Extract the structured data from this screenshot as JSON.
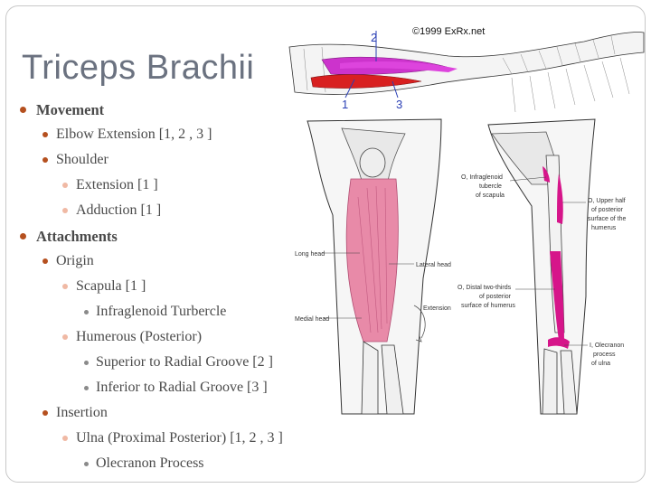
{
  "slide": {
    "title": "Triceps Brachii",
    "bullets": [
      {
        "level": 1,
        "text": "Movement"
      },
      {
        "level": 2,
        "text": "Elbow Extension [1, 2 , 3 ]"
      },
      {
        "level": 2,
        "text": "Shoulder"
      },
      {
        "level": 3,
        "text": "Extension [1 ]"
      },
      {
        "level": 3,
        "text": "Adduction [1 ]"
      },
      {
        "level": 1,
        "text": "Attachments"
      },
      {
        "level": 2,
        "text": "Origin"
      },
      {
        "level": 3,
        "text": "Scapula [1 ]"
      },
      {
        "level": 4,
        "text": "Infraglenoid Turbercle"
      },
      {
        "level": 3,
        "text": "Humerous (Posterior)"
      },
      {
        "level": 4,
        "text": "Superior to Radial Groove [2 ]"
      },
      {
        "level": 4,
        "text": "Inferior to Radial Groove [3 ]"
      },
      {
        "level": 2,
        "text": "Insertion"
      },
      {
        "level": 3,
        "text": "Ulna (Proximal Posterior) [1, 2 , 3 ]"
      },
      {
        "level": 4,
        "text": "Olecranon Process"
      }
    ]
  },
  "figure_top": {
    "copyright": "©1999 ExRx.net",
    "labels": [
      "1",
      "2",
      "3"
    ]
  },
  "figure_main": {
    "left_labels": {
      "long_head": "Long head",
      "lateral_head": "Lateral head",
      "medial_head": "Medial head",
      "extension": "Extension"
    },
    "right_labels": {
      "origin_infraglenoid": [
        "O, Infraglenoid",
        "tubercle",
        "of scapula"
      ],
      "origin_upper_half": [
        "O, Upper half",
        "of posterior",
        "surface of the",
        "humerus"
      ],
      "origin_distal": [
        "O, Distal two-thirds",
        "of posterior",
        "surface of humerus"
      ],
      "insertion_olecranon": [
        "I, Olecranon",
        "process",
        "of ulna"
      ]
    }
  },
  "colors": {
    "title": "#6b7280",
    "bullet_primary": "#b5501f",
    "bullet_secondary": "#f0b9a4",
    "muscle_pink": "#e88aa8",
    "muscle_magenta": "#d6158a",
    "muscle_red": "#d82020",
    "label_blue": "#2a3fb5"
  }
}
